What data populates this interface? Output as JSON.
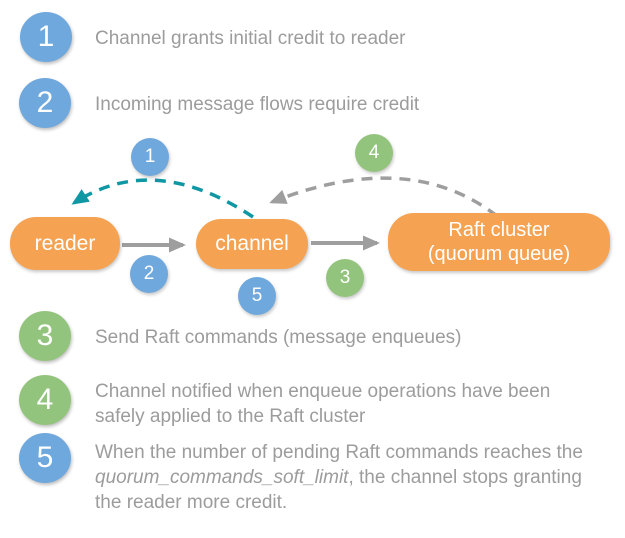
{
  "palette": {
    "blue": "#6FA8DC",
    "green": "#93C47D",
    "orange": "#F5A353",
    "teal": "#0F97A3",
    "gray_arrow": "#9E9E9E",
    "gray_text": "#9C9C9C",
    "number_text": "#FFFFFF"
  },
  "legend": {
    "items": [
      {
        "number": "1",
        "color": "blue",
        "text": "Channel grants initial credit to reader"
      },
      {
        "number": "2",
        "color": "blue",
        "text": "Incoming message flows require credit"
      },
      {
        "number": "3",
        "color": "green",
        "text": "Send Raft commands (message enqueues)"
      },
      {
        "number": "4",
        "color": "green",
        "text": "Channel notified when enqueue operations have been safely applied to the Raft cluster"
      },
      {
        "number": "5",
        "color": "blue",
        "text_pre": "When the number of pending Raft commands reaches the ",
        "text_italic": "quorum_commands_soft_limit",
        "text_post": ", the channel stops granting the reader more credit."
      }
    ]
  },
  "diagram": {
    "nodes": {
      "reader": {
        "label": "reader"
      },
      "channel": {
        "label": "channel"
      },
      "raft": {
        "line1": "Raft cluster",
        "line2": "(quorum queue)"
      }
    },
    "badges": {
      "b1": "1",
      "b2": "2",
      "b3": "3",
      "b4": "4",
      "b5": "5"
    },
    "edges": [
      {
        "from": "reader",
        "to": "channel",
        "style": "solid",
        "color": "gray"
      },
      {
        "from": "channel",
        "to": "raft",
        "style": "solid",
        "color": "gray"
      },
      {
        "from": "channel",
        "to": "reader",
        "style": "dashed",
        "color": "teal"
      },
      {
        "from": "raft",
        "to": "channel",
        "style": "dashed",
        "color": "gray"
      }
    ]
  }
}
